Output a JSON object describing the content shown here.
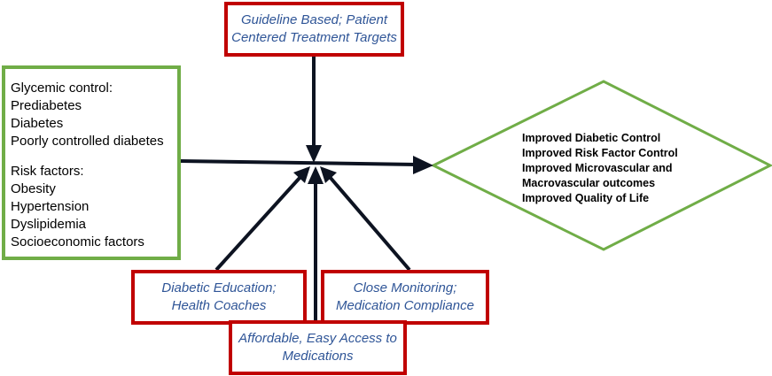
{
  "top_box": {
    "lines": [
      "Guideline Based; Patient",
      "Centered Treatment Targets"
    ]
  },
  "left_box": {
    "glycemic_heading": "Glycemic control:",
    "glycemic_items": [
      "Prediabetes",
      "Diabetes",
      "Poorly controlled diabetes"
    ],
    "risk_heading": "Risk factors:",
    "risk_items": [
      "Obesity",
      "Hypertension",
      "Dyslipidemia",
      "Socioeconomic factors"
    ]
  },
  "outcomes_diamond": {
    "lines": [
      "Improved Diabetic Control",
      "Improved Risk Factor Control",
      "Improved Microvascular and",
      "Macrovascular outcomes",
      "Improved Quality of Life"
    ]
  },
  "education_box": {
    "lines": [
      "Diabetic Education;",
      "Health Coaches"
    ]
  },
  "monitoring_box": {
    "lines": [
      "Close Monitoring;",
      "Medication Compliance"
    ]
  },
  "access_box": {
    "lines": [
      "Affordable, Easy Access to",
      "Medications"
    ]
  },
  "colors": {
    "red": "#c00000",
    "green": "#70ad47",
    "blue_text": "#2f5597",
    "arrow": "#0d1321"
  }
}
